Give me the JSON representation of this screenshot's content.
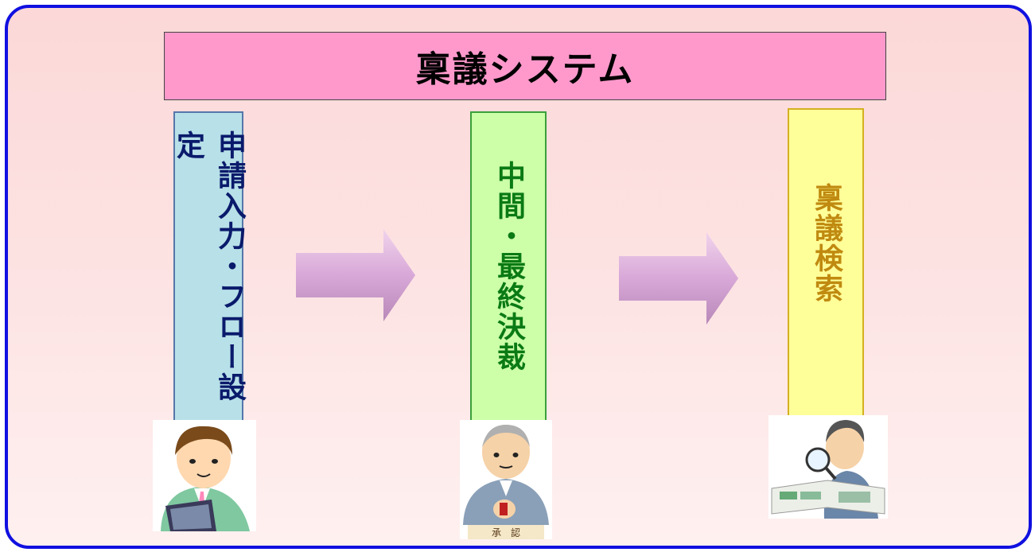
{
  "title": "稟議システム",
  "columns": [
    {
      "label": "申請入力・フロー設定"
    },
    {
      "label": "中間・最終決裁"
    },
    {
      "label": "稟議検索"
    }
  ],
  "stamp_text": "承　認",
  "colors": {
    "frame_border": "#1010e0",
    "title_bg": "#ff99cc",
    "col1_bg": "#b7e0e8",
    "col2_bg": "#ccffa8",
    "col3_bg": "#ffff99",
    "arrow": "#d8a8d8"
  }
}
